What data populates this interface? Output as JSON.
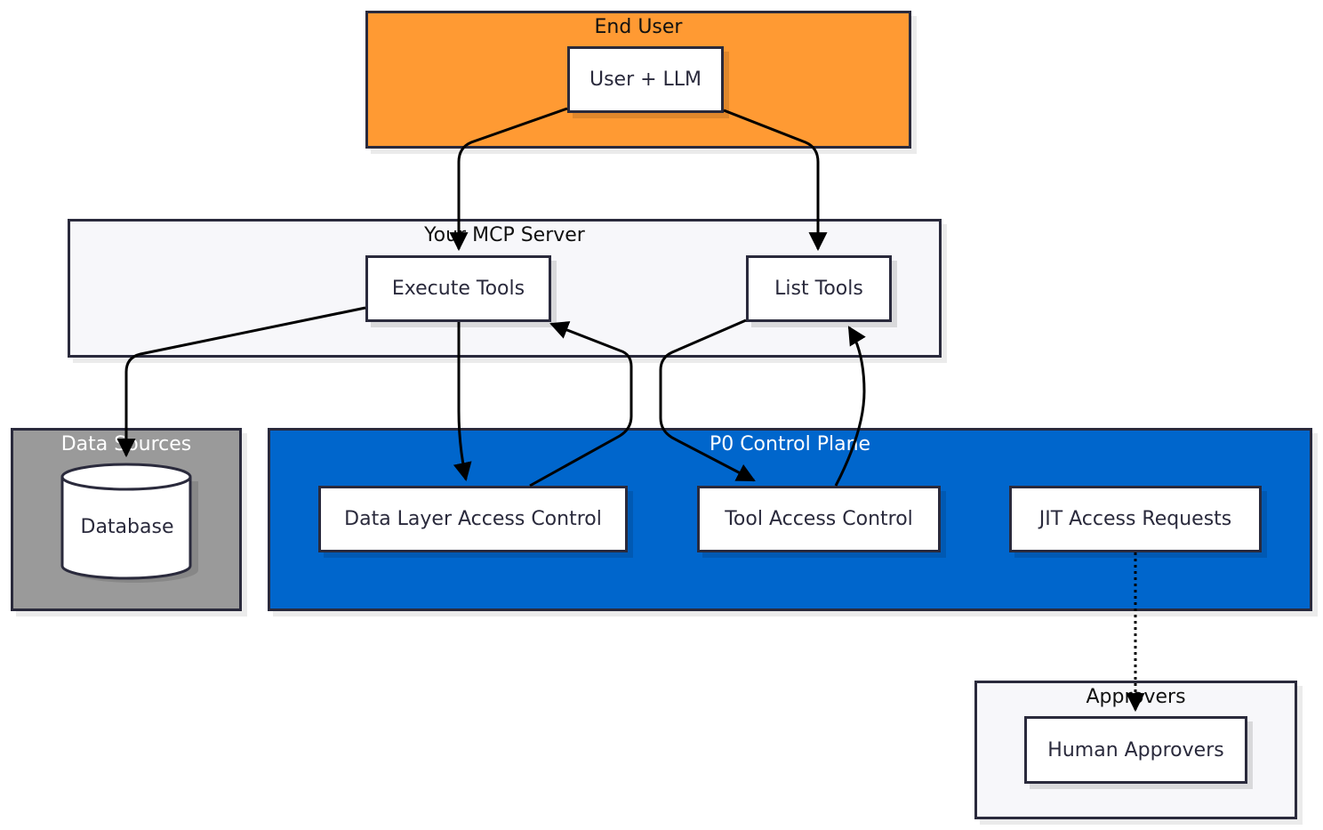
{
  "groups": {
    "end_user": "End User",
    "mcp_server": "Your MCP Server",
    "data_sources": "Data Sources",
    "p0_control_plane": "P0 Control Plane",
    "approvers": "Approvers"
  },
  "nodes": {
    "user_llm": "User + LLM",
    "execute_tools": "Execute Tools",
    "list_tools": "List Tools",
    "database": "Database",
    "data_layer_access_control": "Data Layer Access Control",
    "tool_access_control": "Tool Access Control",
    "jit_access_requests": "JIT Access Requests",
    "human_approvers": "Human Approvers"
  },
  "colors": {
    "end_user_fill": "#ff9a33",
    "mcp_fill": "#f7f7fa",
    "data_sources_fill": "#9a9a9a",
    "p0_fill": "#0066cc",
    "approvers_fill": "#f7f7fa",
    "stroke": "#2a2a3c",
    "edge": "#000000"
  },
  "edges": [
    {
      "from": "User + LLM",
      "to": "Execute Tools",
      "style": "solid"
    },
    {
      "from": "User + LLM",
      "to": "List Tools",
      "style": "solid"
    },
    {
      "from": "Execute Tools",
      "to": "Database",
      "style": "solid"
    },
    {
      "from": "Execute Tools",
      "to": "Data Layer Access Control",
      "style": "solid"
    },
    {
      "from": "Data Layer Access Control",
      "to": "Execute Tools",
      "style": "solid"
    },
    {
      "from": "List Tools",
      "to": "Tool Access Control",
      "style": "solid"
    },
    {
      "from": "Tool Access Control",
      "to": "List Tools",
      "style": "solid"
    },
    {
      "from": "JIT Access Requests",
      "to": "Human Approvers",
      "style": "dotted"
    }
  ]
}
